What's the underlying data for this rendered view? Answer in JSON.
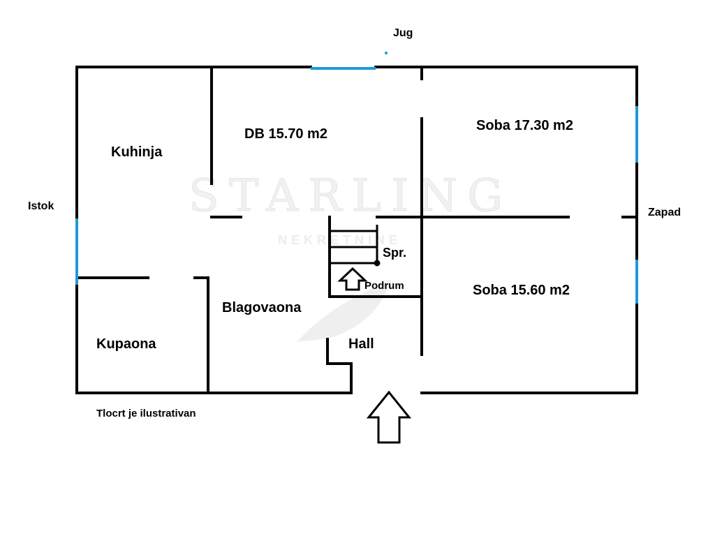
{
  "watermark": {
    "main": "STARLING",
    "sub": "NEKRETNINE"
  },
  "compass": {
    "south": "Jug",
    "east": "Istok",
    "west": "Zapad"
  },
  "rooms": {
    "kitchen": "Kuhinja",
    "living": "DB 15.70 m2",
    "room1": "Soba 17.30 m2",
    "room2": "Soba 15.60 m2",
    "storage": "Spr.",
    "basement": "Podrum",
    "dining": "Blagovaona",
    "bathroom": "Kupaona",
    "hall": "Hall"
  },
  "note": "Tlocrt je ilustrativan",
  "colors": {
    "wall": "#000000",
    "window": "#1e9bd7"
  }
}
